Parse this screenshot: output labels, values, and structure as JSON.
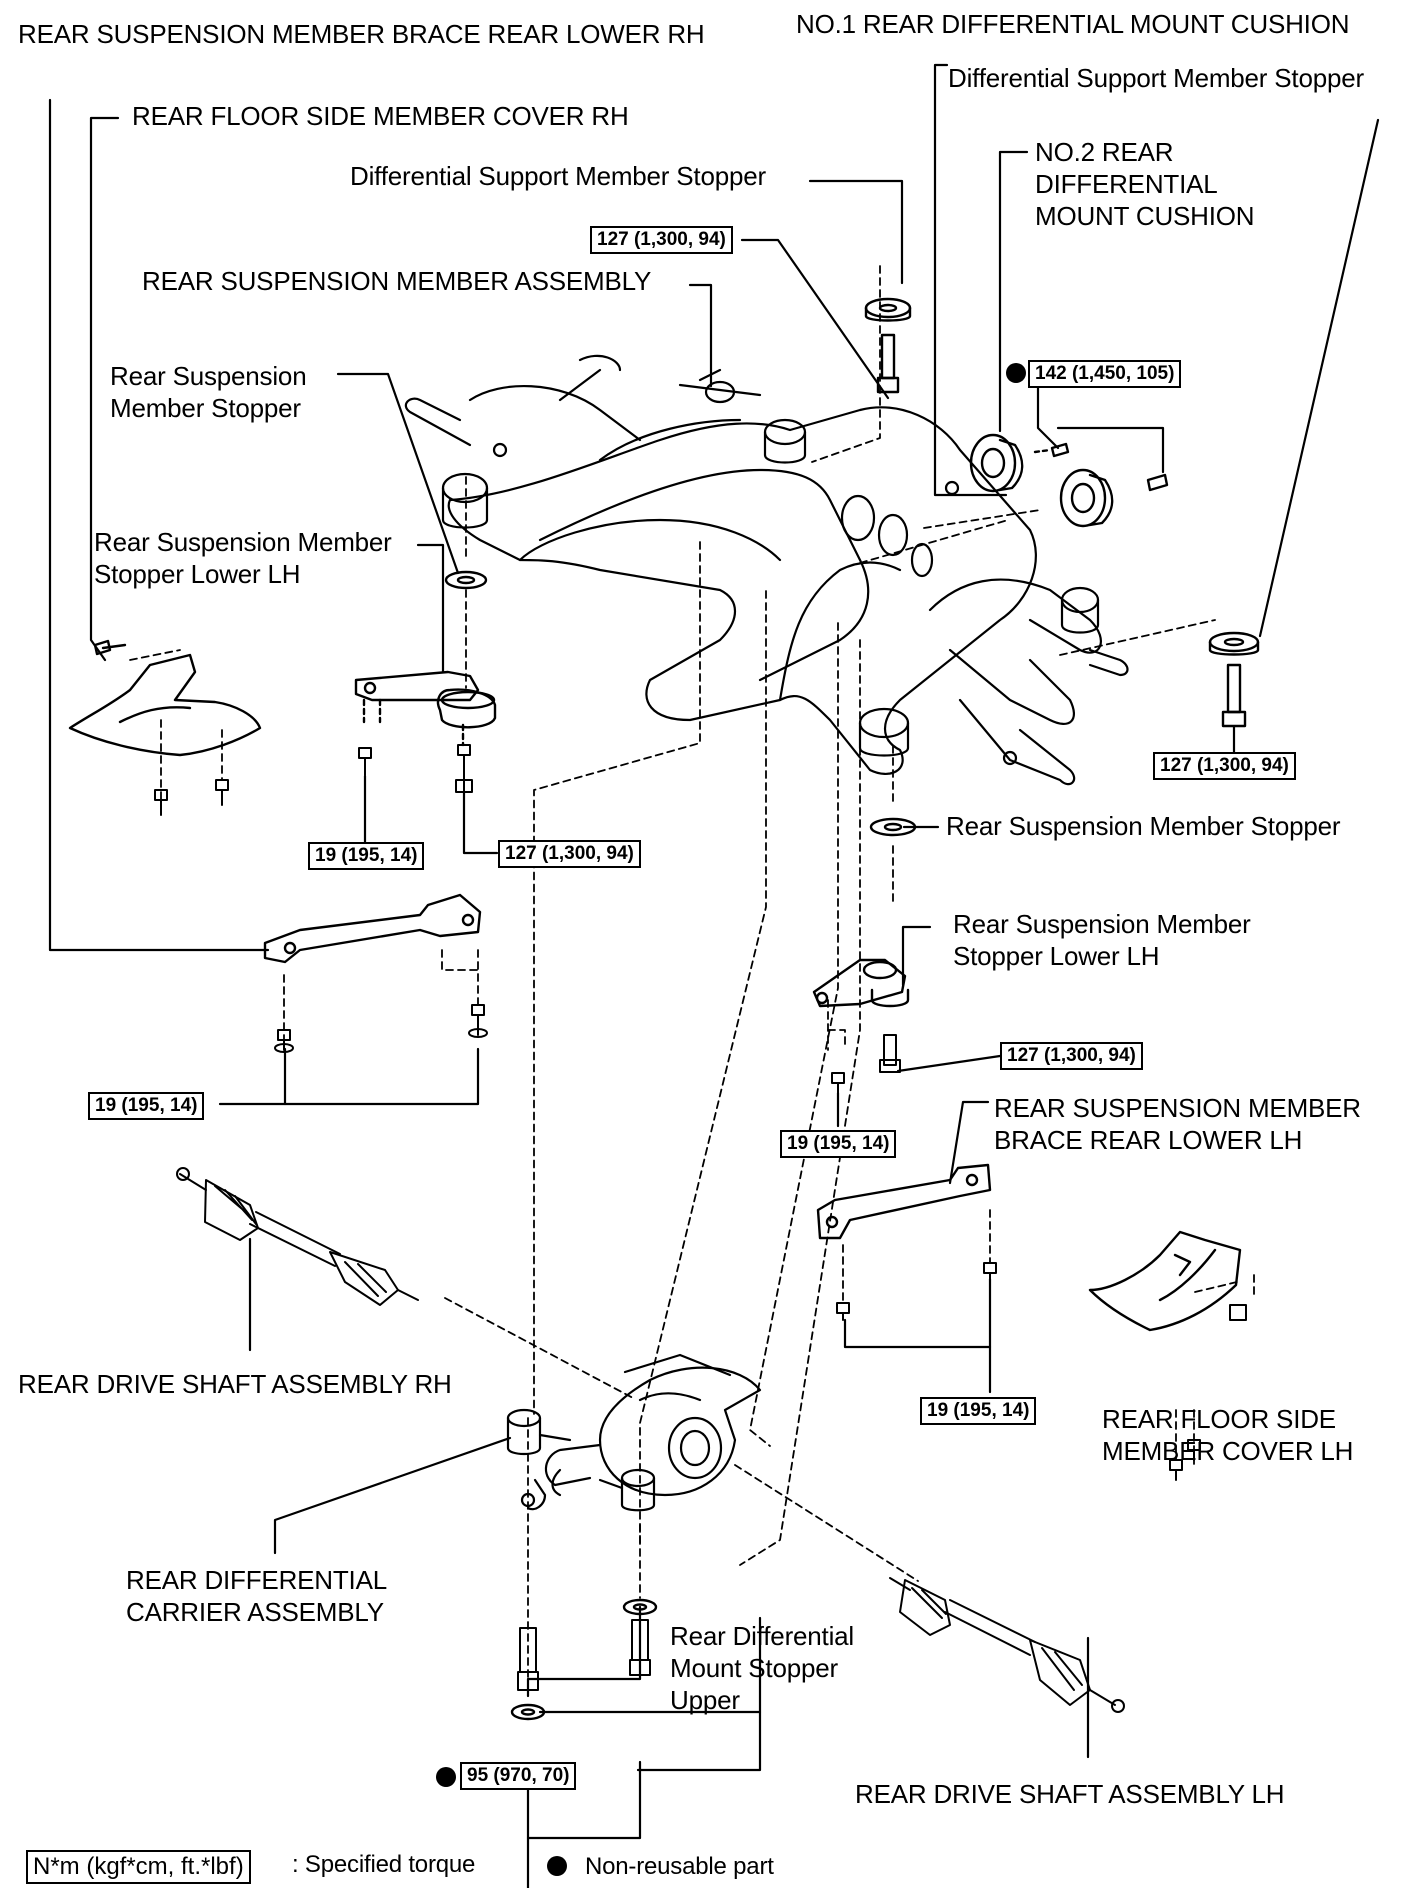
{
  "labels": {
    "brace_rear_lower_rh": "REAR SUSPENSION MEMBER BRACE REAR LOWER RH",
    "no1_mount_cushion": "NO.1 REAR DIFFERENTIAL MOUNT CUSHION",
    "floor_cover_rh": "REAR FLOOR SIDE MEMBER COVER RH",
    "diff_support_stopper_right": "Differential Support Member Stopper",
    "no2_mount_cushion": "NO.2 REAR\nDIFFERENTIAL\nMOUNT CUSHION",
    "diff_support_stopper_left": "Differential Support Member Stopper",
    "member_assembly": "REAR SUSPENSION MEMBER ASSEMBLY",
    "member_stopper_upper": "Rear Suspension\nMember Stopper",
    "member_stopper_lower_left": "Rear Suspension Member\nStopper Lower LH",
    "member_stopper_right": "Rear Suspension Member Stopper",
    "member_stopper_lower_right": "Rear Suspension Member\nStopper Lower LH",
    "brace_rear_lower_lh": "REAR SUSPENSION MEMBER\nBRACE REAR LOWER LH",
    "drive_shaft_rh": "REAR DRIVE SHAFT ASSEMBLY RH",
    "floor_cover_lh": "REAR FLOOR SIDE\nMEMBER COVER LH",
    "carrier_assembly": "REAR DIFFERENTIAL\nCARRIER ASSEMBLY",
    "mount_stopper_upper": "Rear Differential\nMount Stopper\nUpper",
    "drive_shaft_lh": "REAR DRIVE SHAFT ASSEMBLY LH"
  },
  "torques": {
    "t_diff_stopper": "127 (1,300, 94)",
    "t_cushion": "142 (1,450, 105)",
    "t_right_stopper": "127 (1,300, 94)",
    "t_lower_left_19": "19 (195, 14)",
    "t_lower_left_127": "127 (1,300, 94)",
    "t_brace_rh": "19 (195, 14)",
    "t_lower_right_127": "127 (1,300, 94)",
    "t_lower_right_19": "19 (195, 14)",
    "t_brace_lh": "19 (195, 14)",
    "t_carrier": "95 (970, 70)"
  },
  "legend": {
    "unit": "N*m (kgf*cm, ft.*lbf)",
    "unit_desc": ": Specified torque",
    "nonreusable": "Non-reusable part"
  }
}
